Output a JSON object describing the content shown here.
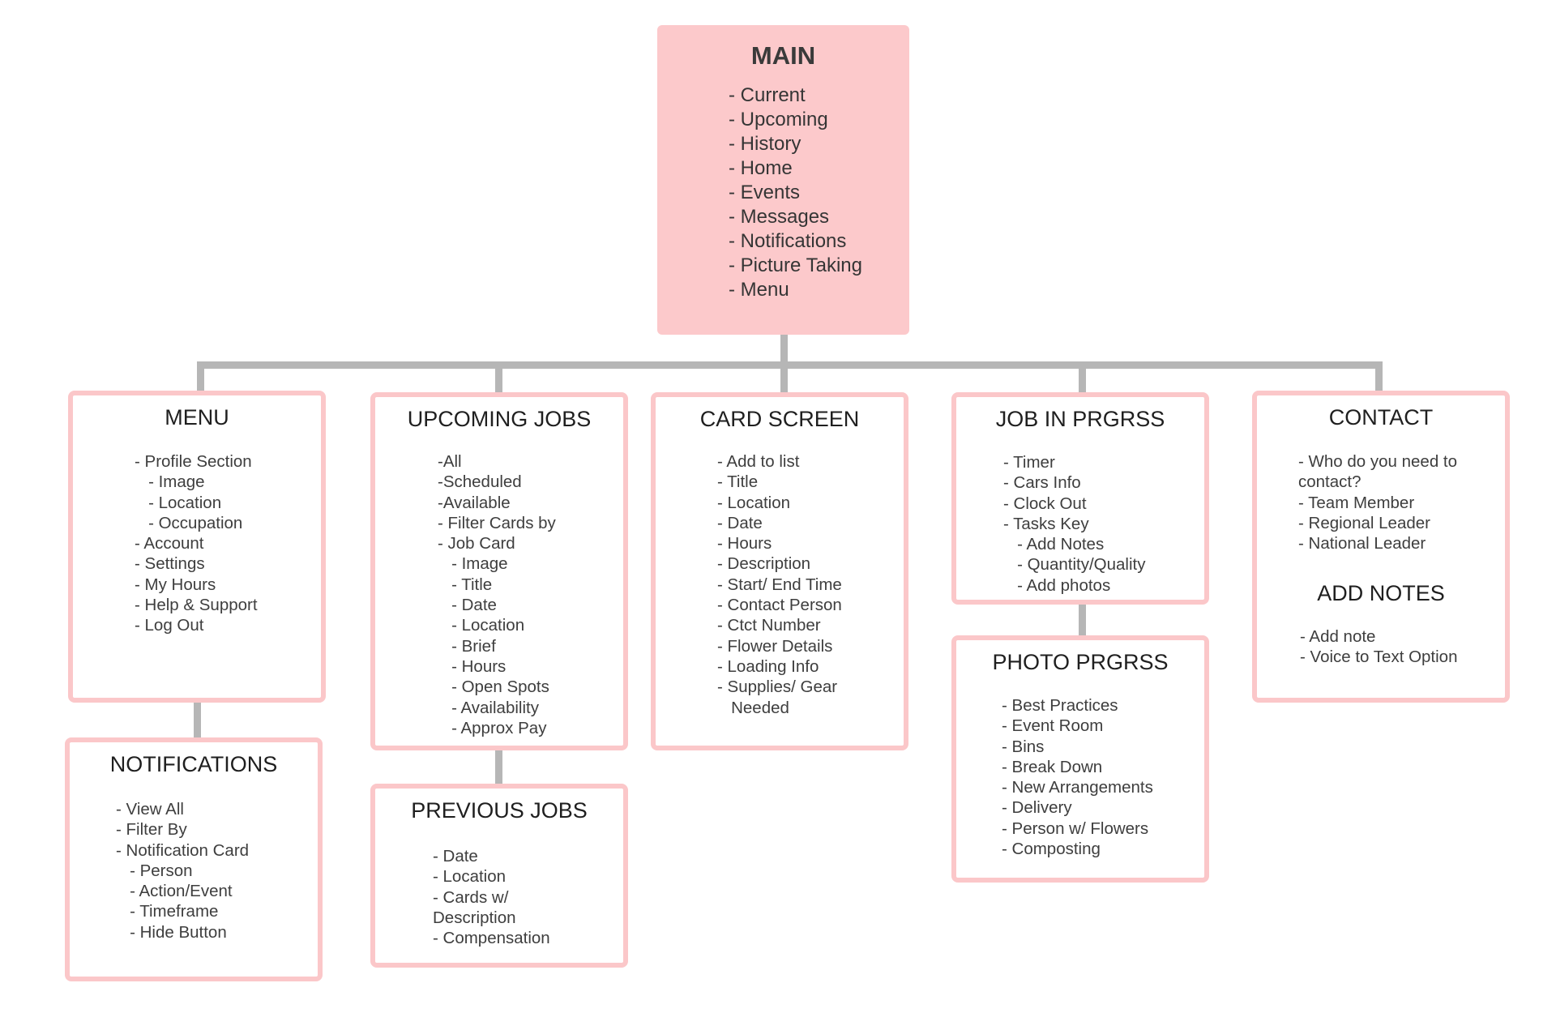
{
  "main": {
    "title": "MAIN",
    "items": [
      "- Current",
      "- Upcoming",
      "- History",
      "- Home",
      "- Events",
      "- Messages",
      "- Notifications",
      "- Picture Taking",
      "- Menu"
    ]
  },
  "menu": {
    "title": "MENU",
    "items": [
      "- Profile Section",
      "   - Image",
      "   - Location",
      "   - Occupation",
      "- Account",
      "- Settings",
      "- My Hours",
      "- Help & Support",
      "- Log Out"
    ]
  },
  "notifications": {
    "title": "NOTIFICATIONS",
    "items": [
      "- View All",
      "- Filter By",
      "- Notification Card",
      "   - Person",
      "   - Action/Event",
      "   - Timeframe",
      "   - Hide Button"
    ]
  },
  "upcoming_jobs": {
    "title": "UPCOMING JOBS",
    "items": [
      "-All",
      "-Scheduled",
      "-Available",
      "- Filter Cards by",
      "- Job Card",
      "   - Image",
      "   - Title",
      "   - Date",
      "   - Location",
      "   - Brief",
      "   - Hours",
      "   - Open Spots",
      "   - Availability",
      "   - Approx Pay"
    ]
  },
  "previous_jobs": {
    "title": "PREVIOUS JOBS",
    "items": [
      "- Date",
      "- Location",
      "- Cards w/",
      "Description",
      "- Compensation"
    ]
  },
  "card_screen": {
    "title": "CARD SCREEN",
    "items": [
      "- Add to list",
      "- Title",
      "- Location",
      "- Date",
      "- Hours",
      "- Description",
      "- Start/ End Time",
      "- Contact Person",
      "- Ctct Number",
      "- Flower Details",
      "- Loading Info",
      "- Supplies/ Gear",
      "   Needed"
    ]
  },
  "job_in_progress": {
    "title": "JOB IN PRGRSS",
    "items": [
      "- Timer",
      "- Cars Info",
      "- Clock Out",
      "- Tasks Key",
      "   - Add Notes",
      "   - Quantity/Quality",
      "   - Add photos"
    ]
  },
  "photo_progress": {
    "title": "PHOTO PRGRSS",
    "items": [
      "- Best Practices",
      "- Event Room",
      "- Bins",
      "- Break Down",
      "- New Arrangements",
      "- Delivery",
      "- Person w/ Flowers",
      "- Composting"
    ]
  },
  "contact": {
    "title": "CONTACT",
    "items": [
      "- Who do you need to",
      "contact?",
      "- Team Member",
      "- Regional Leader",
      "- National Leader"
    ],
    "subtitle": "ADD NOTES",
    "items2": [
      "- Add note",
      "- Voice to Text Option"
    ]
  },
  "colors": {
    "box_border": "#fbc7c9",
    "main_fill": "#fcc9cb",
    "connector": "#b6b6b6"
  }
}
